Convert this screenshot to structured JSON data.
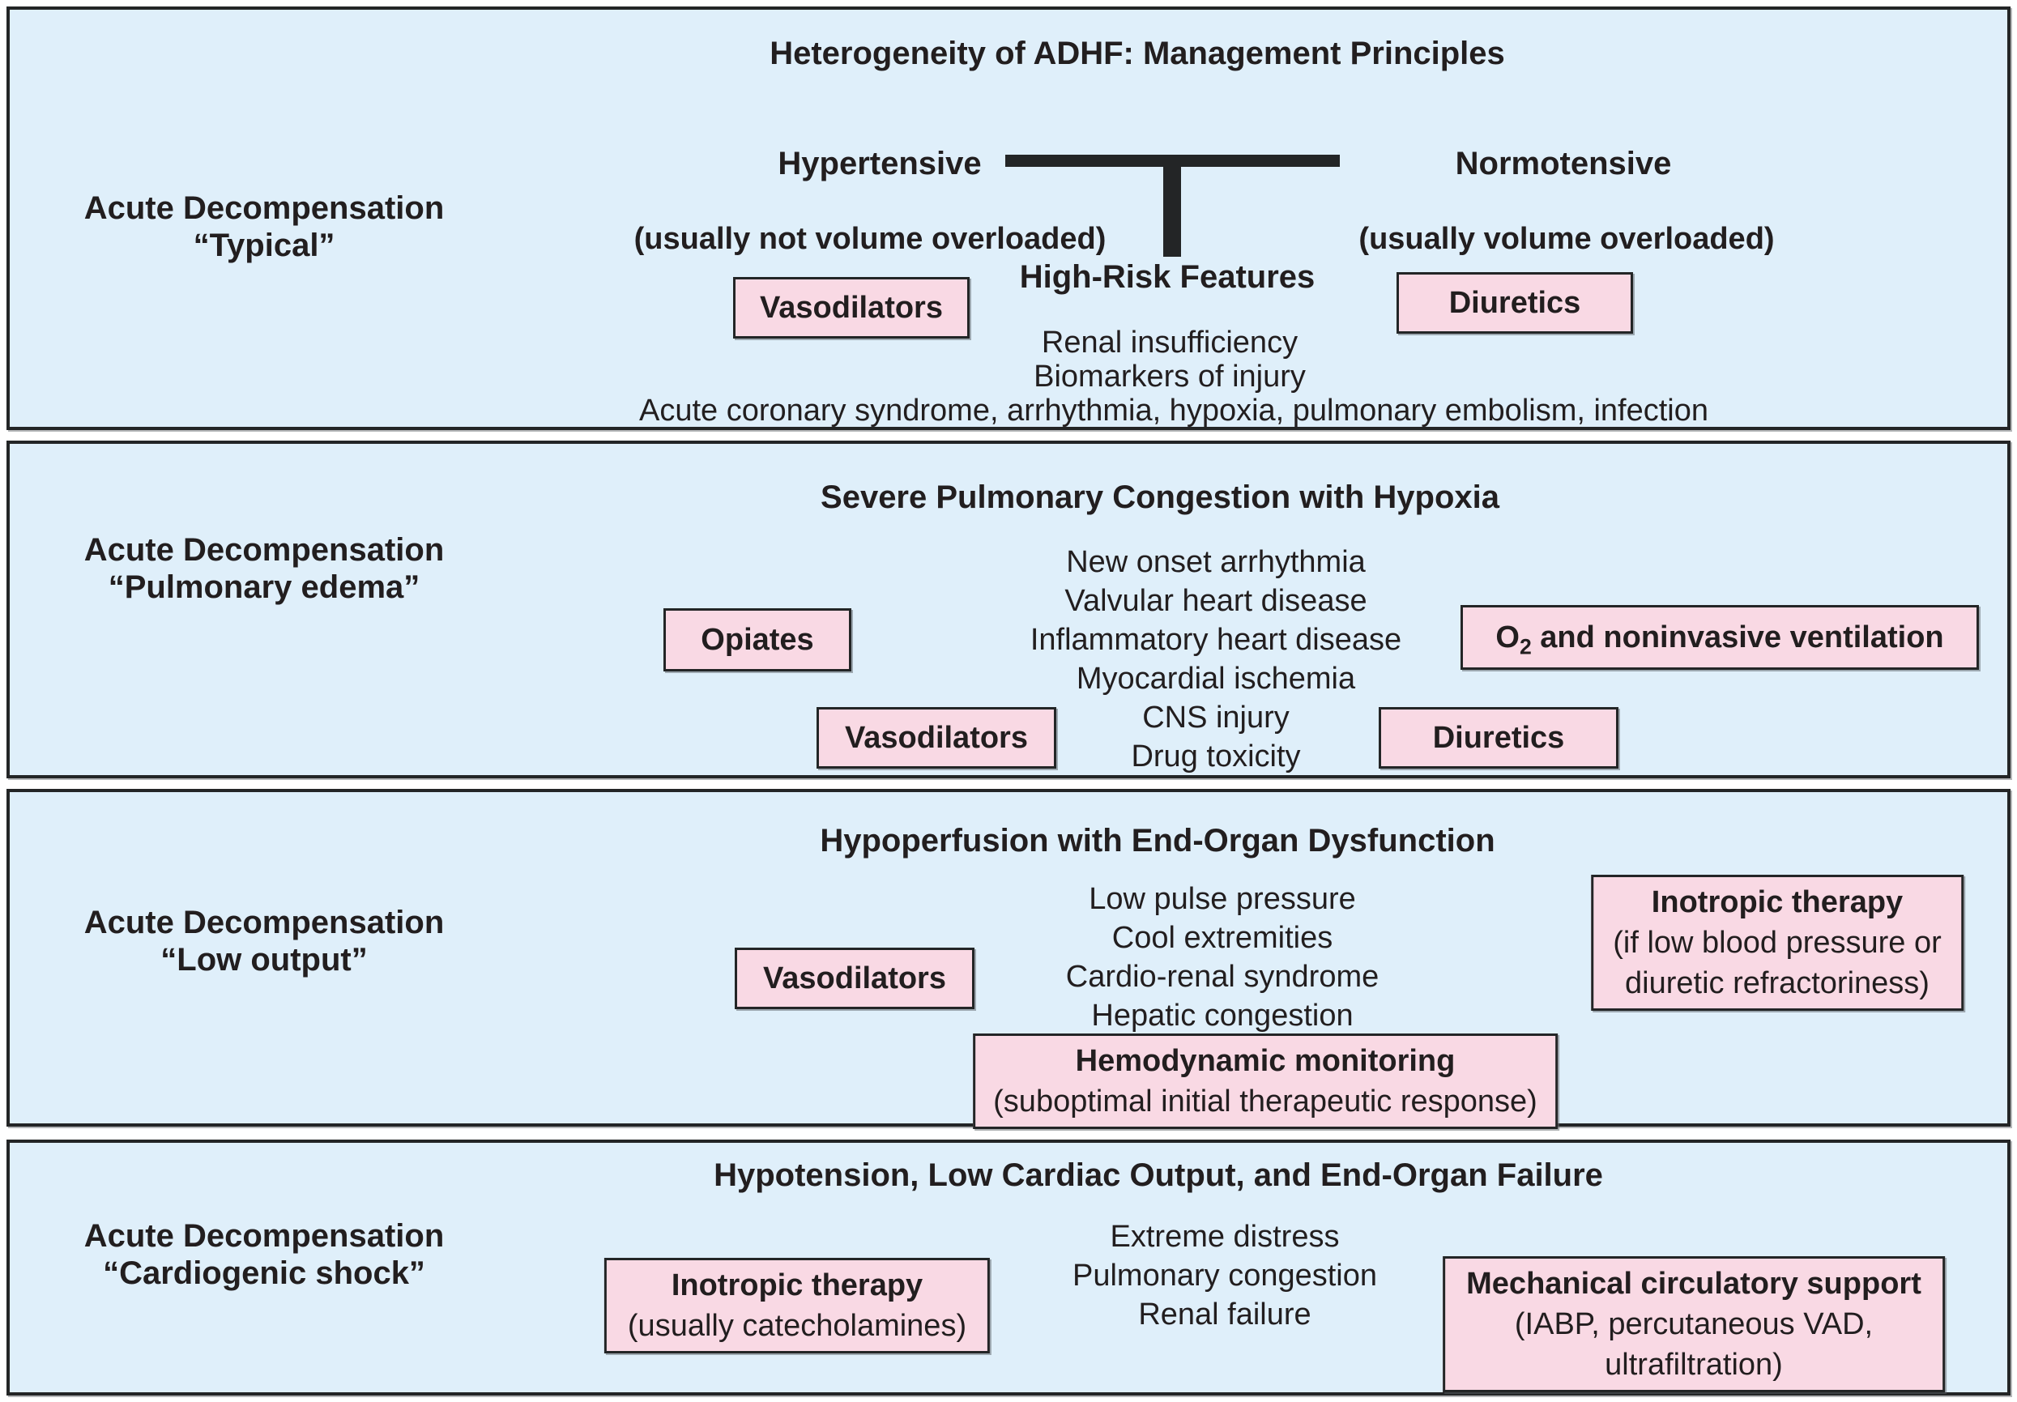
{
  "colors": {
    "page_bg": "#ffffff",
    "panel_bg": "#dfeffa",
    "box_bg": "#f9d9e4",
    "ink": "#221e1f",
    "line": "#232526"
  },
  "panels": [
    {
      "title": "Heterogeneity of ADHF: Management Principles",
      "row_label": [
        "Acute Decompensation",
        "“Typical”"
      ],
      "left_branch": {
        "label": "Hypertensive",
        "qualifier": "(usually not volume overloaded)",
        "treatment": "Vasodilators"
      },
      "right_branch": {
        "label": "Normotensive",
        "qualifier": "(usually volume overloaded)",
        "treatment": "Diuretics"
      },
      "high_risk": {
        "heading": "High-Risk Features",
        "features": [
          "Renal insufficiency",
          "Biomarkers of injury",
          "Acute coronary syndrome, arrhythmia, hypoxia, pulmonary embolism, infection"
        ]
      }
    },
    {
      "title": "Severe Pulmonary Congestion with Hypoxia",
      "row_label": [
        "Acute Decompensation",
        "“Pulmonary edema”"
      ],
      "features": [
        "New onset arrhythmia",
        "Valvular heart disease",
        "Inflammatory heart disease",
        "Myocardial ischemia",
        "CNS injury",
        "Drug toxicity"
      ],
      "treatments": {
        "opiates": "Opiates",
        "vasodilators": "Vasodilators",
        "oxygen": {
          "base": "O",
          "sub": "2",
          "rest": " and noninvasive ventilation"
        },
        "diuretics": "Diuretics"
      }
    },
    {
      "title": "Hypoperfusion with End-Organ Dysfunction",
      "row_label": [
        "Acute Decompensation",
        "“Low output”"
      ],
      "features": [
        "Low pulse pressure",
        "Cool extremities",
        "Cardio-renal syndrome",
        "Hepatic congestion"
      ],
      "treatments": {
        "vasodilators": "Vasodilators",
        "inotropic": {
          "title": "Inotropic therapy",
          "details": [
            "(if low blood pressure or",
            "diuretic refractoriness)"
          ]
        },
        "hemodynamic": {
          "title": "Hemodynamic monitoring",
          "details": [
            "(suboptimal initial therapeutic response)"
          ]
        }
      }
    },
    {
      "title": "Hypotension, Low Cardiac Output, and End-Organ Failure",
      "row_label": [
        "Acute Decompensation",
        "“Cardiogenic shock”"
      ],
      "features": [
        "Extreme distress",
        "Pulmonary congestion",
        "Renal failure"
      ],
      "treatments": {
        "inotropic": {
          "title": "Inotropic therapy",
          "details": [
            "(usually catecholamines)"
          ]
        },
        "mechanical": {
          "title": "Mechanical circulatory support",
          "details": [
            "(IABP, percutaneous VAD,",
            "ultrafiltration)"
          ]
        }
      }
    }
  ]
}
